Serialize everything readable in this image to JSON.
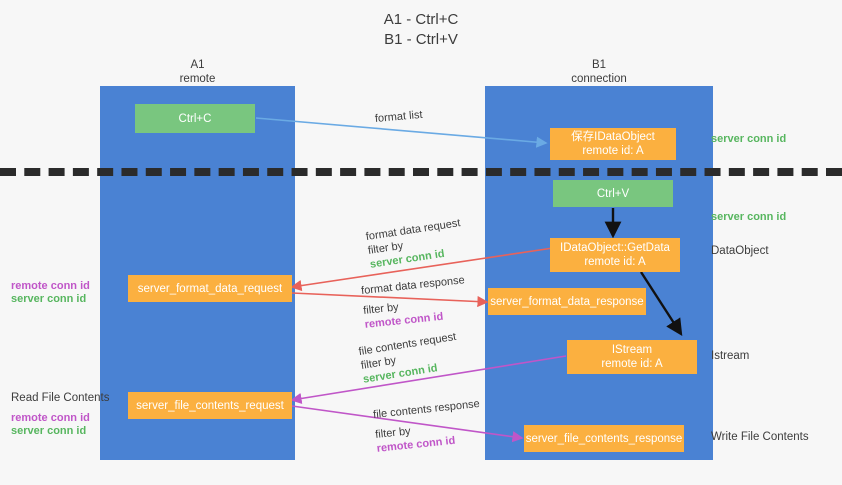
{
  "title": {
    "line1": "A1 - Ctrl+C",
    "line2": "B1 - Ctrl+V"
  },
  "colors": {
    "lane": "#4a82d3",
    "node_green": "#79c67f",
    "node_orange": "#fbb040",
    "accent_server": "#57b65f",
    "accent_remote": "#c056c8",
    "arrow_blue": "#6aaae4",
    "arrow_red": "#e8625a",
    "arrow_magenta": "#c martin",
    "background": "#f7f7f7",
    "divider": "#2b2b2b"
  },
  "columns": [
    {
      "name": "A1",
      "sub": "remote"
    },
    {
      "name": "B1",
      "sub": "connection"
    }
  ],
  "nodes": {
    "ctrl_c": {
      "line1": "Ctrl+C",
      "line2": ""
    },
    "save_dataobject": {
      "line1": "保存IDataObject",
      "line2": "remote id: A"
    },
    "ctrl_v": {
      "line1": "Ctrl+V",
      "line2": ""
    },
    "getdata": {
      "line1": "IDataObject::GetData",
      "line2": "remote id: A"
    },
    "format_data_request": {
      "line1": "server_format_data_request",
      "line2": ""
    },
    "format_data_response": {
      "line1": "server_format_data_response",
      "line2": ""
    },
    "istream": {
      "line1": "IStream",
      "line2": "remote id: A"
    },
    "file_contents_request": {
      "line1": "server_file_contents_request",
      "line2": ""
    },
    "file_contents_response": {
      "line1": "server_file_contents_response",
      "line2": ""
    }
  },
  "edge_labels": {
    "format_list": "format list",
    "format_data_request": "format data request",
    "format_data_request_filter_prefix": "filter by ",
    "format_data_request_filter_value": "server conn id",
    "format_data_response": "format data response",
    "format_data_response_filter_prefix": "filter by ",
    "format_data_response_filter_value": "remote conn id",
    "file_contents_request": "file contents request",
    "file_contents_request_filter_prefix": "filter by ",
    "file_contents_request_filter_value": "server conn id",
    "file_contents_response": "file contents response",
    "file_contents_response_filter_prefix": "filter by ",
    "file_contents_response_filter_value": "remote conn id"
  },
  "right_labels": {
    "server_conn_id_1": "server conn id",
    "server_conn_id_2": "server conn id",
    "dataobject": "DataObject",
    "istream": "Istream",
    "write_file_contents": "Write File Contents"
  },
  "left_labels": {
    "remote_conn_id_1": "remote conn id",
    "server_conn_id_1": "server conn id",
    "read_file_contents": "Read File Contents",
    "remote_conn_id_2": "remote conn id",
    "server_conn_id_2": "server conn id"
  }
}
